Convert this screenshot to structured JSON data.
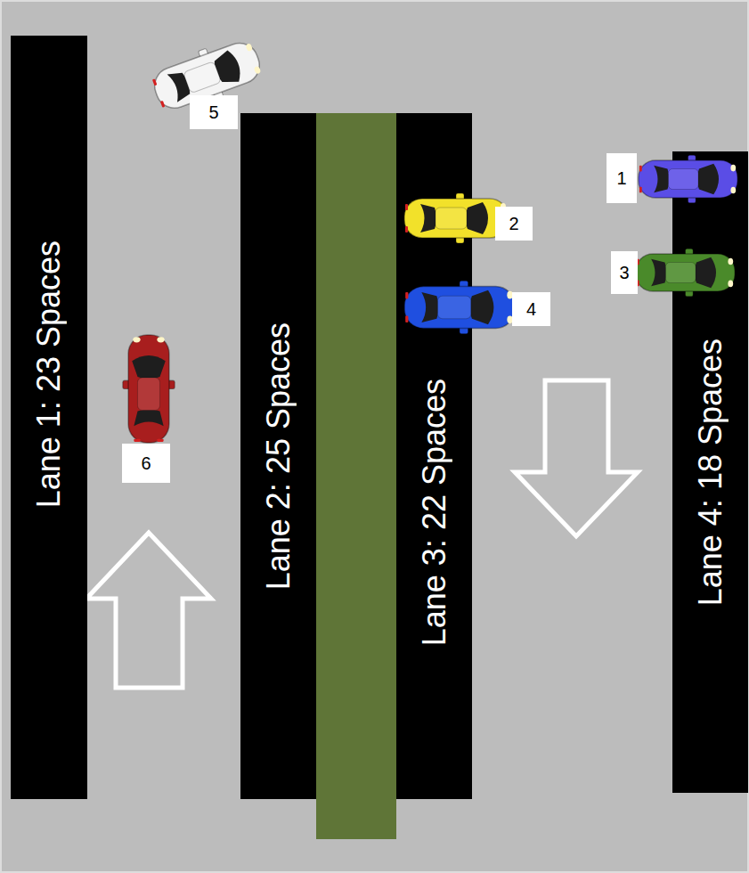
{
  "diagram": {
    "nodes": [
      {
        "text": [
          "Lane 1: 23 Spaces"
        ]
      },
      {
        "text": [
          "Lane 2: 25 Spaces"
        ]
      },
      {
        "text": [
          "Lane 3: 22 Spaces"
        ]
      },
      {
        "text": [
          "Lane 4: 18 Spaces"
        ]
      }
    ],
    "labels": [
      "5",
      "1",
      "2",
      "3",
      "4",
      "6"
    ]
  }
}
